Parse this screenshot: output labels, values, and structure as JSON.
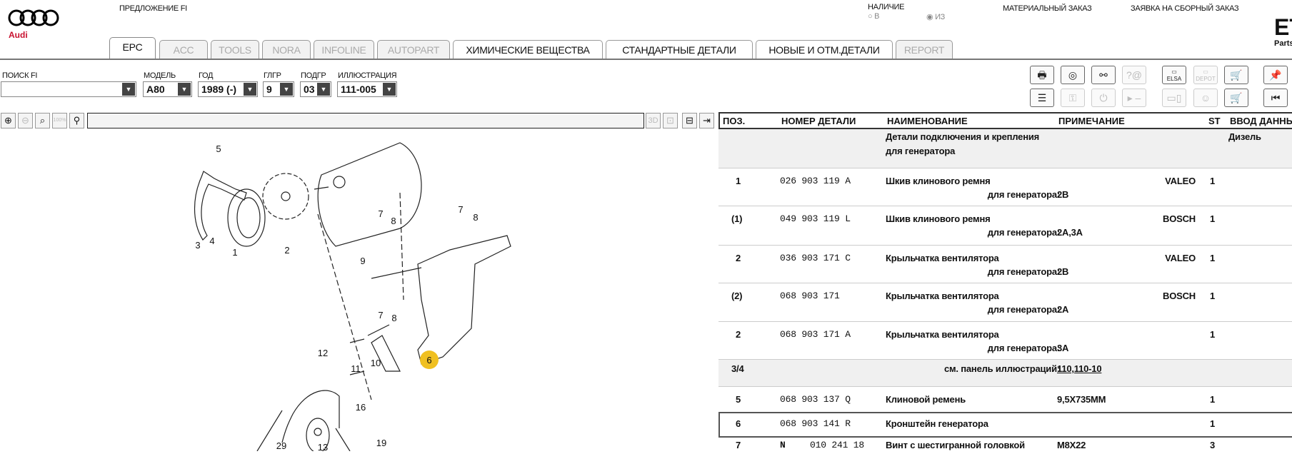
{
  "header": {
    "brand": "Audi",
    "offer": "ПРЕДЛОЖЕНИЕ FI",
    "availability_label": "НАЛИЧИЕ",
    "radio_in": "В",
    "radio_out": "ИЗ",
    "material_order": "МАТЕРИАЛЬНЫЙ ЗАКАЗ",
    "assembly_order": "ЗАЯВКА НА СБОРНЫЙ ЗАКАЗ",
    "etka_logo": "ET",
    "etka_sub": "Parts"
  },
  "tabs": [
    "EPC",
    "ACC",
    "TOOLS",
    "NORA",
    "INFOLINE",
    "AUTOPART",
    "ХИМИЧЕСКИЕ ВЕЩЕСТВА",
    "СТАНДАРТНЫЕ ДЕТАЛИ",
    "НОВЫЕ И ОТМ.ДЕТАЛИ",
    "REPORT"
  ],
  "filters": {
    "search_label": "ПОИСК FI",
    "search_value": "",
    "model_label": "МОДЕЛЬ",
    "model": "A80",
    "year_label": "ГОД",
    "year": "1989 (-)",
    "mg_label": "ГЛГР",
    "mg": "9",
    "sg_label": "ПОДГР",
    "sg": "03",
    "ill_label": "ИЛЛЮСТРАЦИЯ",
    "ill": "111-005"
  },
  "toolbar_icons": {
    "elsa": "ELSA",
    "depot": "DEPOT",
    "zoom_100": "100%",
    "view3d": "3D"
  },
  "diagram": {
    "callouts": [
      "5",
      "3",
      "4",
      "1",
      "2",
      "7",
      "8",
      "7",
      "8",
      "9",
      "7",
      "8",
      "12",
      "11",
      "10",
      "6",
      "16",
      "29",
      "13",
      "19"
    ],
    "highlight": "6",
    "highlight_color": "#f0c020"
  },
  "table": {
    "headers": {
      "pos": "ПОЗ.",
      "part": "НОМЕР ДЕТАЛИ",
      "name": "НАИМЕНОВАНИЕ",
      "note": "ПРИМЕЧАНИЕ",
      "st": "ST",
      "input": "ВВОД ДАННЫ"
    },
    "section": {
      "title1": "Детали подключения и крепления",
      "title2": "для генератора",
      "input": "Дизель"
    },
    "rows": [
      {
        "pos": "1",
        "part": "026 903 119 A",
        "name": "Шкив клинового ремня",
        "sub": "для генератора:",
        "subval": "2B",
        "maker": "VALEO",
        "qty": "1"
      },
      {
        "pos": "(1)",
        "part": "049 903 119 L",
        "name": "Шкив клинового ремня",
        "sub": "для генератора:",
        "subval": "2A,3A",
        "maker": "BOSCH",
        "qty": "1"
      },
      {
        "pos": "2",
        "part": "036 903 171 C",
        "name": "Крыльчатка вентилятора",
        "sub": "для генератора:",
        "subval": "2B",
        "maker": "VALEO",
        "qty": "1"
      },
      {
        "pos": "(2)",
        "part": "068 903 171",
        "name": "Крыльчатка вентилятора",
        "sub": "для генератора:",
        "subval": "2A",
        "maker": "BOSCH",
        "qty": "1"
      },
      {
        "pos": "2",
        "part": "068 903 171 A",
        "name": "Крыльчатка вентилятора",
        "sub": "для генератора:",
        "subval": "3A",
        "maker": "",
        "qty": "1"
      },
      {
        "pos": "3/4",
        "ref_label": "см. панель иллюстраций:",
        "ref_link": "110,110-10"
      },
      {
        "pos": "5",
        "part": "068 903 137 Q",
        "name": "Клиновой ремень",
        "note": "9,5X735MM",
        "qty": "1"
      },
      {
        "pos": "6",
        "part": "068 903 141 R",
        "name": "Кронштейн генератора",
        "qty": "1"
      },
      {
        "pos": "7",
        "part_prefix": "N",
        "part": "010 241 18",
        "name": "Винт с шестигранной головкой",
        "note": "M8X22",
        "qty": "3"
      }
    ]
  }
}
